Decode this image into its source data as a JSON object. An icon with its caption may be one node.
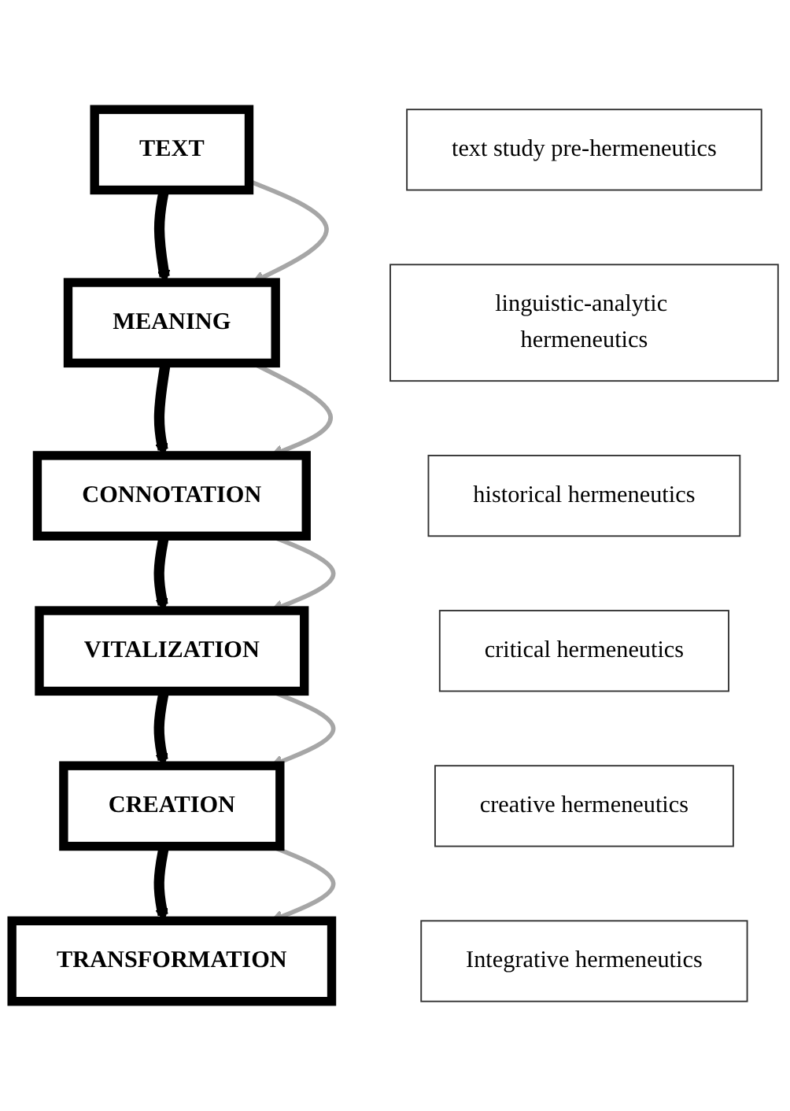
{
  "diagram": {
    "nodes": [
      {
        "text": [
          "TEXT"
        ]
      },
      {
        "text": [
          "MEANING"
        ]
      },
      {
        "text": [
          "CONNOTATION"
        ]
      },
      {
        "text": [
          "VITALIZATION"
        ]
      },
      {
        "text": [
          "CREATION"
        ]
      },
      {
        "text": [
          "TRANSFORMATION"
        ]
      },
      {
        "text": [
          "text study pre-hermeneutics"
        ]
      },
      {
        "text": [
          "linguistic-analytic hermeneutics"
        ]
      },
      {
        "text": [
          "historical hermeneutics"
        ]
      },
      {
        "text": [
          "critical hermeneutics"
        ]
      },
      {
        "text": [
          "creative hermeneutics"
        ]
      },
      {
        "text": [
          "Integrative hermeneutics"
        ]
      }
    ],
    "edges": [
      {
        "from": 0,
        "to": 1,
        "arrow": "to",
        "style": "thick"
      },
      {
        "from": 0,
        "to": 1,
        "arrow": "to",
        "color": "#a6a6a6"
      },
      {
        "from": 1,
        "to": 2,
        "arrow": "to",
        "style": "thick"
      },
      {
        "from": 1,
        "to": 2,
        "arrow": "to",
        "color": "#a6a6a6"
      },
      {
        "from": 2,
        "to": 3,
        "arrow": "to",
        "style": "thick"
      },
      {
        "from": 2,
        "to": 3,
        "arrow": "to",
        "color": "#a6a6a6"
      },
      {
        "from": 3,
        "to": 4,
        "arrow": "to",
        "style": "thick"
      },
      {
        "from": 3,
        "to": 4,
        "arrow": "to",
        "color": "#a6a6a6"
      },
      {
        "from": 4,
        "to": 5,
        "arrow": "to",
        "style": "thick"
      },
      {
        "from": 4,
        "to": 5,
        "arrow": "to",
        "color": "#a6a6a6"
      }
    ]
  }
}
